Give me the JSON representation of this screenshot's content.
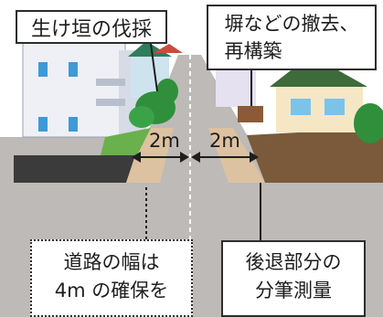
{
  "callouts": {
    "hedge_removal": "生け垣の伐採",
    "wall_removal_line1": "塀などの撤去、",
    "wall_removal_line2": "再構築",
    "road_width_line1": "道路の幅は",
    "road_width_line2": "4m の確保を",
    "setback_survey_line1": "後退部分の",
    "setback_survey_line2": "分筆測量"
  },
  "dimensions": {
    "left_setback": "2m",
    "right_setback": "2m"
  },
  "colors": {
    "road": "#bdbab7",
    "curb": "#3b3b3b",
    "setback_strip": "#dcc2a0",
    "right_lot": "#7a5a3a",
    "hedge_green": "#2f8f3a",
    "sky": "#ffffff"
  }
}
